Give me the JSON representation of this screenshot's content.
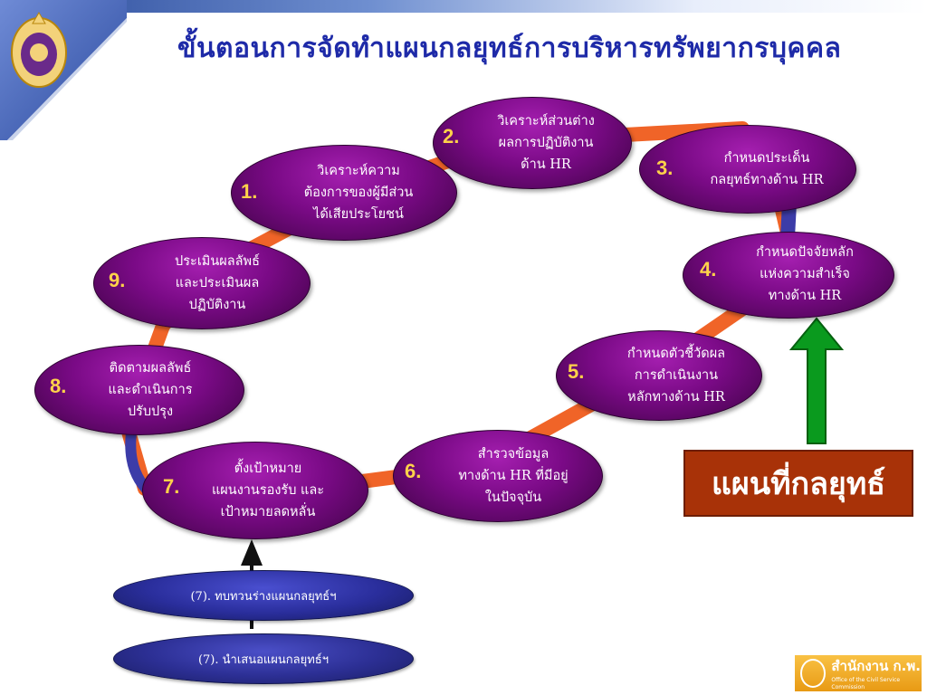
{
  "title": "ขั้นตอนการจัดทำแผนกลยุทธ์การบริหารทรัพยากรบุคคล",
  "steps": [
    {
      "number": "1.",
      "text": "วิเคราะห์ความ\nต้องการของผู้มีส่วน\nได้เสียประโยชน์"
    },
    {
      "number": "2.",
      "text": "วิเคราะห์ส่วนต่าง\nผลการปฏิบัติงาน\nด้าน  HR"
    },
    {
      "number": "3.",
      "text": "กำหนดประเด็น\nกลยุทธ์ทางด้าน HR"
    },
    {
      "number": "4.",
      "text": "กำหนดปัจจัยหลัก\nแห่งความสำเร็จ\nทางด้าน HR"
    },
    {
      "number": "5.",
      "text": "กำหนดตัวชี้วัดผล\nการดำเนินงาน\nหลักทางด้าน HR"
    },
    {
      "number": "6.",
      "text": "สำรวจข้อมูล\nทางด้าน HR ที่มีอยู่\nในปัจจุบัน"
    },
    {
      "number": "7.",
      "text": "ตั้งเป้าหมาย\nแผนงานรองรับ และ\nเป้าหมายลดหลั่น"
    },
    {
      "number": "8.",
      "text": "ติดตามผลลัพธ์\nและดำเนินการ\nปรับปรุง"
    },
    {
      "number": "9.",
      "text": "ประเมินผลลัพธ์\nและประเมินผล\nปฏิบัติงาน"
    }
  ],
  "sub_steps": [
    {
      "text": "(7). ทบทวนร่างแผนกลยุทธ์ฯ"
    },
    {
      "text": "(7). นำเสนอแผนกลยุทธ์ฯ"
    }
  ],
  "strategy_map_label": "แผนที่กลยุทธ์",
  "logo": {
    "name": "สำนักงาน ก.พ.",
    "subtitle": "Office of the Civil Service Commission"
  },
  "colors": {
    "title": "#1e2aa8",
    "node": "#7a0a86",
    "number": "#ffd24a",
    "connector": "#f06428",
    "arrow": "#0a9a1e",
    "strategy_box": "#a83208"
  }
}
